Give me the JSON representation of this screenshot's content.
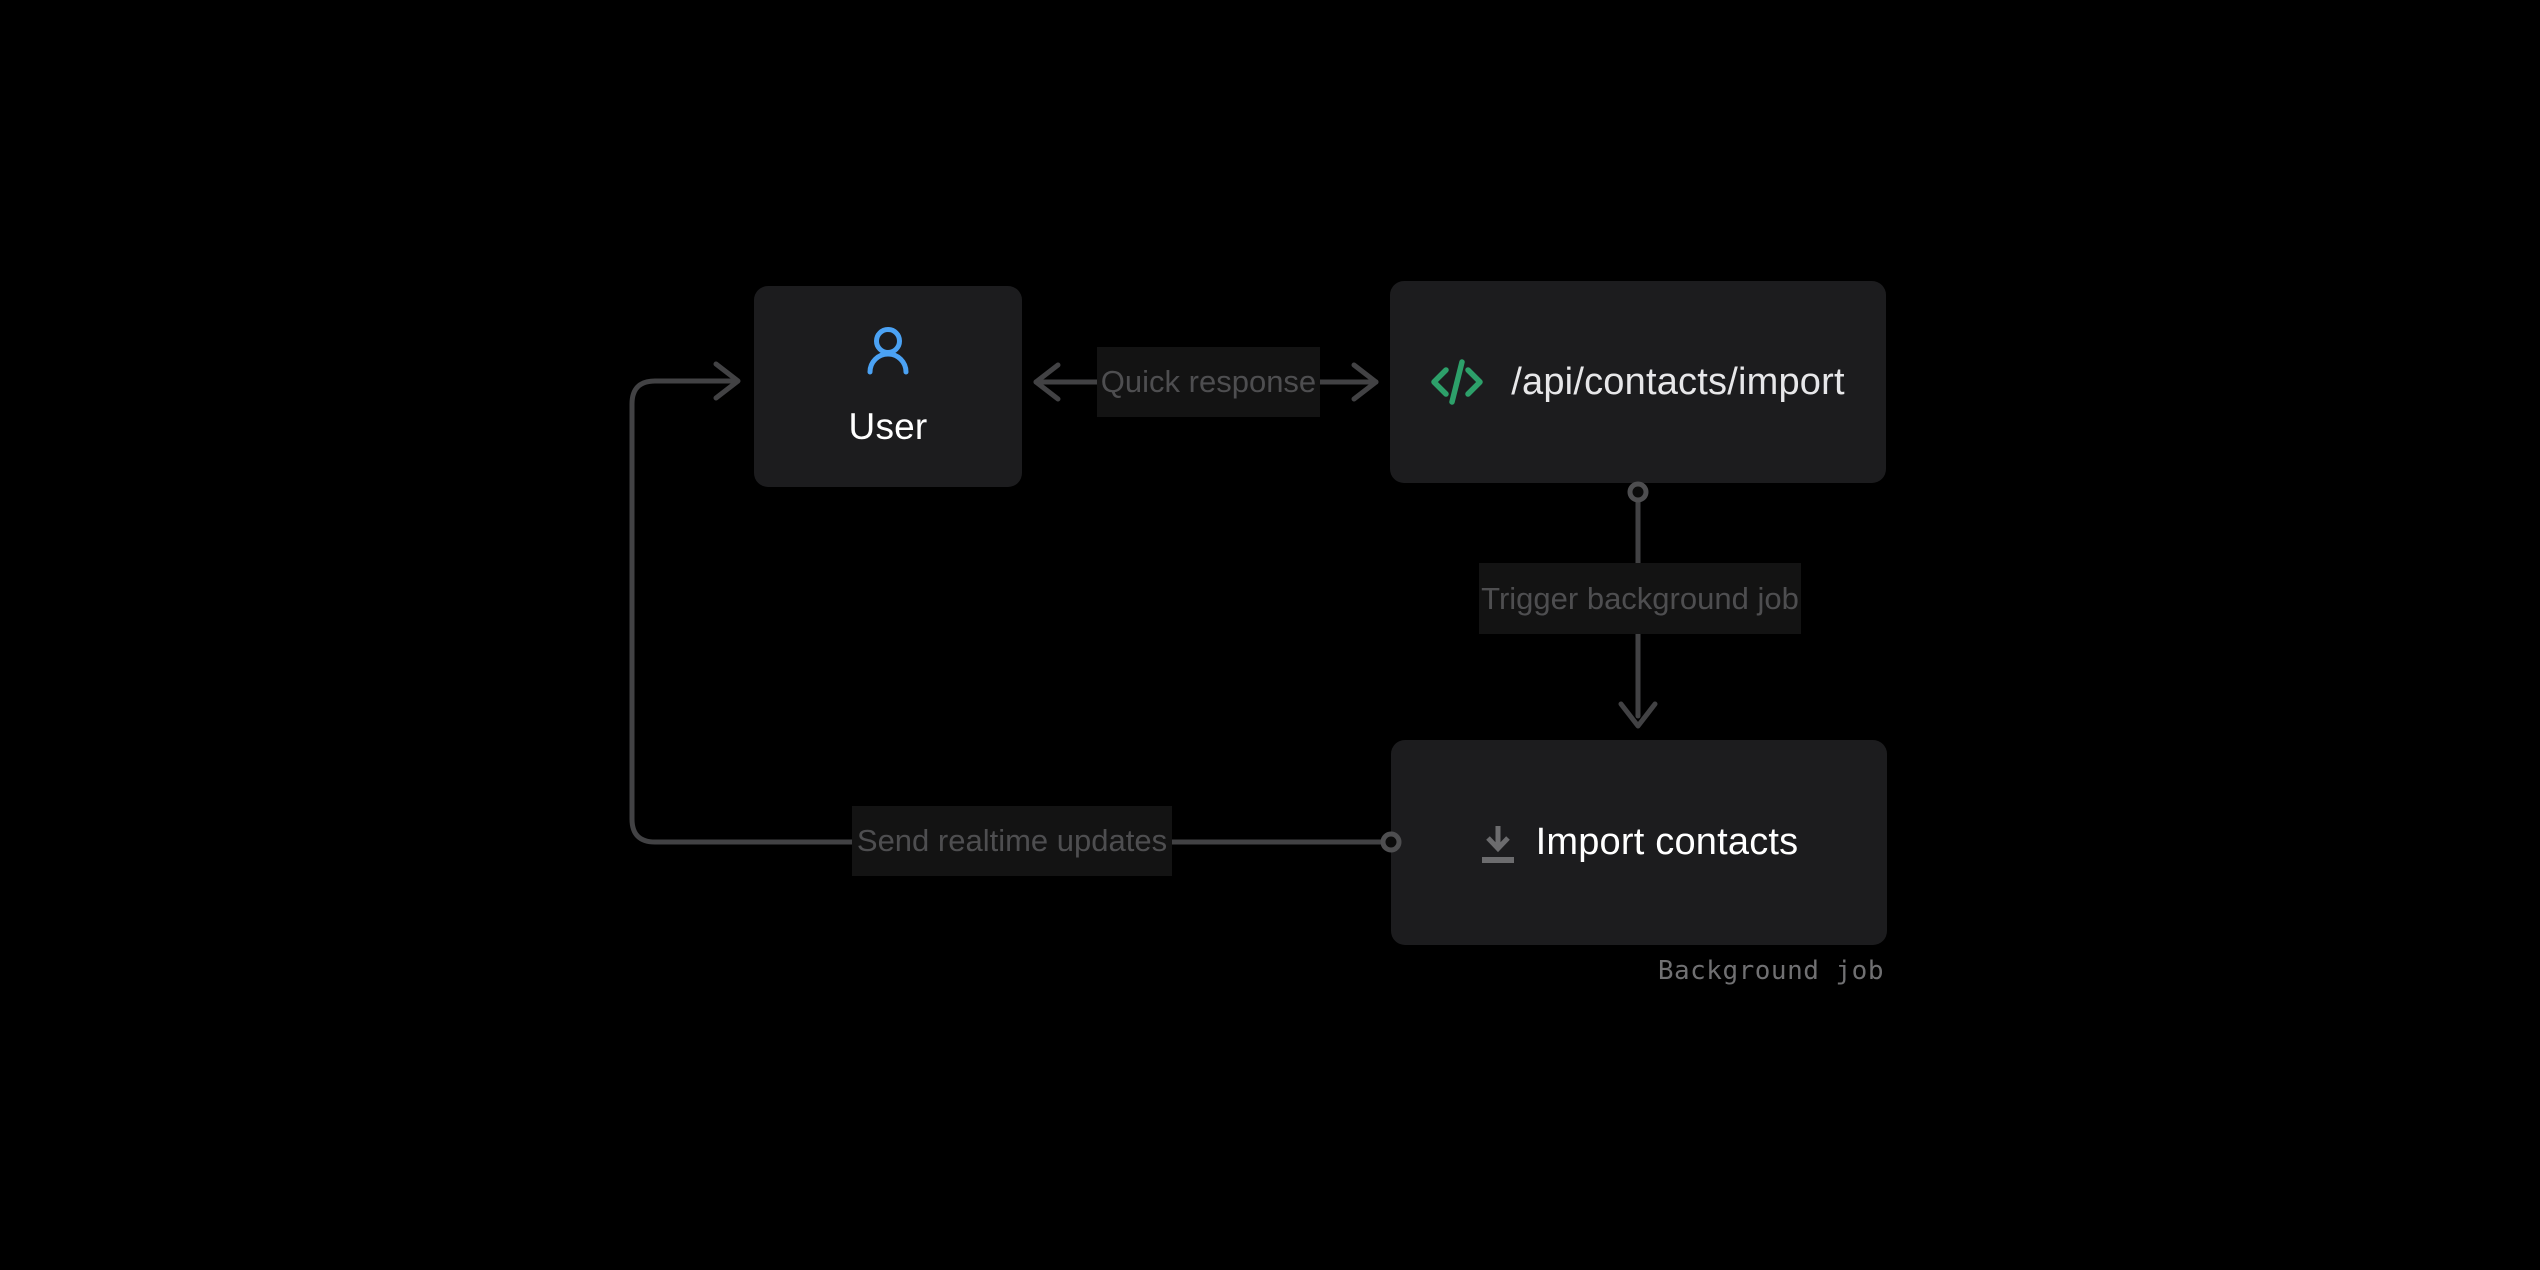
{
  "diagram": {
    "nodes": {
      "user": {
        "label": "User",
        "icon": "user-icon"
      },
      "api": {
        "label": "/api/contacts/import",
        "icon": "code-icon"
      },
      "import_job": {
        "label": "Import contacts",
        "icon": "download-icon",
        "caption": "Background job"
      }
    },
    "edges": {
      "quick_response": {
        "label": "Quick response",
        "between": [
          "user",
          "api"
        ],
        "direction": "bidirectional"
      },
      "trigger_job": {
        "label": "Trigger background job",
        "from": "api",
        "to": "import_job",
        "direction": "down"
      },
      "realtime_updates": {
        "label": "Send realtime updates",
        "from": "import_job",
        "to": "user",
        "direction": "elbow-left-up"
      }
    },
    "colors": {
      "background": "#000000",
      "node_bg": "#1c1c1e",
      "edge_label_bg": "#131313",
      "edge_label_text": "#4e4e50",
      "connector_line": "#424244",
      "caption_text": "#707072",
      "node_text": "#ffffff",
      "api_text": "#e7e7e9",
      "user_icon": "#4ba2f4",
      "code_icon": "#2da06a",
      "download_icon": "#6c6c6e"
    }
  }
}
